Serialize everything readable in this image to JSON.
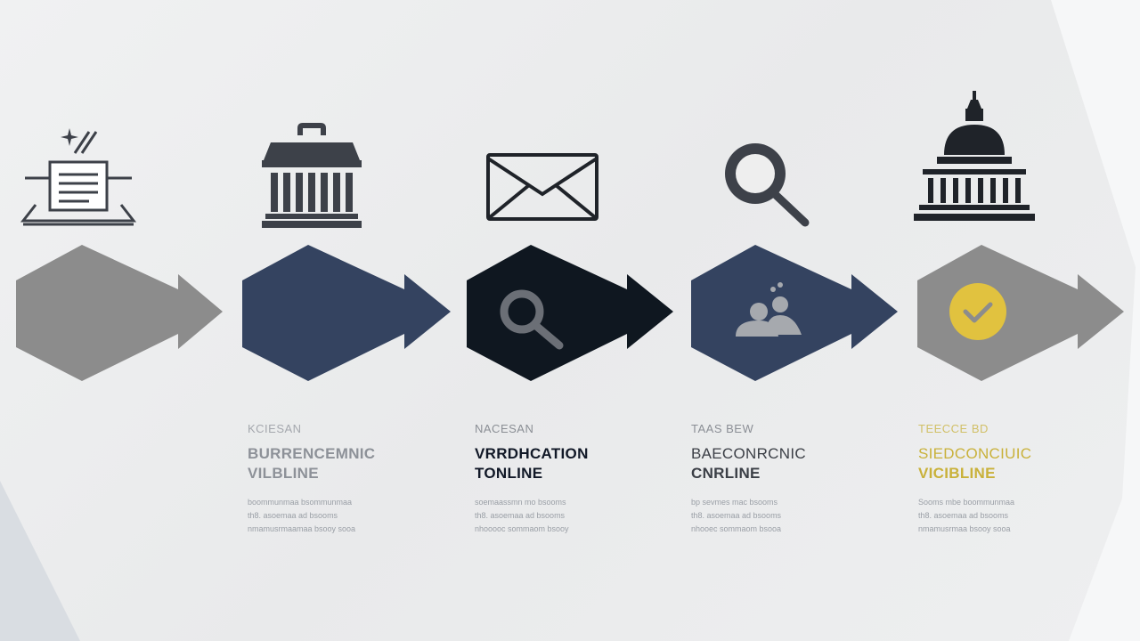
{
  "colors": {
    "gray": "#8c8c8c",
    "navy": "#344360",
    "black": "#0f1720",
    "accent": "#e1c23f",
    "icon": "#3d4149"
  },
  "steps": [
    {
      "icon": "document-ballot-icon",
      "badge_icon": "",
      "kicker": "KCIESAN",
      "title_line1": "BURRENCEMNIC",
      "title_line2": "VILBLINE",
      "desc_lines": [
        "boommunmaa bsommunmaa",
        "th8. asoemaa ad bsooms",
        "nmamusrmaamaa bsooy sooa"
      ]
    },
    {
      "icon": "courthouse-icon",
      "badge_icon": "",
      "kicker": "",
      "title_line1": "",
      "title_line2": "",
      "desc_lines": []
    },
    {
      "icon": "envelope-icon",
      "badge_icon": "magnifier-icon",
      "kicker": "NACESAN",
      "title_line1": "VRRDHCATION",
      "title_line2": "TONLINE",
      "desc_lines": [
        "soemaassmn mo bsooms",
        "th8. asoemaa ad bsooms",
        "nhooooc sommaom bsooy"
      ]
    },
    {
      "icon": "search-icon",
      "badge_icon": "people-icon",
      "kicker": "TAAS BEW",
      "title_line1": "BAECONRCNIC",
      "title_line2": "CNRLINE",
      "desc_lines": [
        "bp sevmes mac bsooms",
        "th8. asoemaa ad bsooms",
        "nhooec sommaom bsooa"
      ]
    },
    {
      "icon": "capitol-building-icon",
      "badge_icon": "check-icon",
      "kicker": "TEECCE BD",
      "title_line1": "SIEDCONCIUIC",
      "title_line2": "VICIBLINE",
      "desc_lines": [
        "Sooms mbe boommunmaa",
        "th8. asoemaa ad bsooms",
        "nmamusrmaa bsooy sooa"
      ]
    }
  ]
}
